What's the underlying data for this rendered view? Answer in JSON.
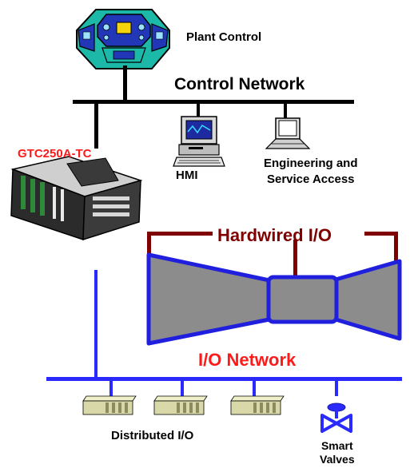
{
  "colors": {
    "control_network": "#000000",
    "io_network": "#2a2aff",
    "hardwired": "#800000",
    "turbine_fill": "#8c8c8c",
    "turbine_outline": "#1f1fdd",
    "red_label": "#ff1a1a",
    "plant_control_cyan": "#1cb8a8",
    "plant_control_blue": "#2236b8",
    "io_module": "#d8d8a8"
  },
  "labels": {
    "plant_control": "Plant Control",
    "control_network": "Control Network",
    "controller": "GTC250A-TC",
    "hmi": "HMI",
    "engineering_line1": "Engineering and",
    "engineering_line2": "Service Access",
    "hardwired_io": "Hardwired I/O",
    "io_network": "I/O Network",
    "distributed_io": "Distributed I/O",
    "smart_line1": "Smart",
    "smart_line2": "Valves"
  },
  "icons": {
    "plant_control": "control-room-console-icon",
    "hmi": "workstation-computer-icon",
    "engineering": "laptop-icon",
    "controller": "controller-hardware-icon",
    "turbine": "gas-turbine-icon",
    "io_module": "io-module-icon",
    "valve": "valve-icon"
  }
}
